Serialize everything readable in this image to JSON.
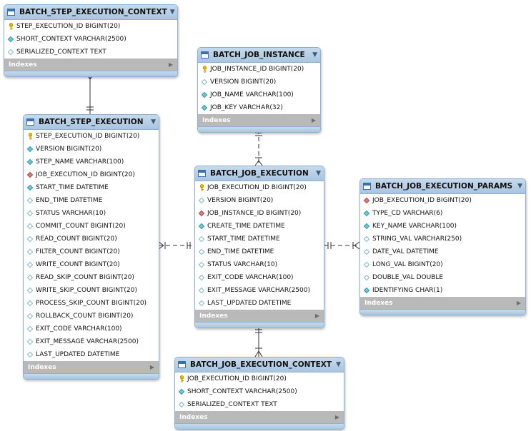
{
  "tables": [
    {
      "id": "bsec",
      "title": "BATCH_STEP_EXECUTION_CONTEXT",
      "indexes_label": "Indexes",
      "columns": [
        {
          "kind": "pk",
          "text": "STEP_EXECUTION_ID BIGINT(20)"
        },
        {
          "kind": "nn",
          "text": "SHORT_CONTEXT VARCHAR(2500)"
        },
        {
          "kind": "op",
          "text": "SERIALIZED_CONTEXT TEXT"
        }
      ]
    },
    {
      "id": "bji",
      "title": "BATCH_JOB_INSTANCE",
      "indexes_label": "Indexes",
      "columns": [
        {
          "kind": "pk",
          "text": "JOB_INSTANCE_ID BIGINT(20)"
        },
        {
          "kind": "op",
          "text": "VERSION BIGINT(20)"
        },
        {
          "kind": "nn",
          "text": "JOB_NAME VARCHAR(100)"
        },
        {
          "kind": "nn",
          "text": "JOB_KEY VARCHAR(32)"
        }
      ]
    },
    {
      "id": "bse",
      "title": "BATCH_STEP_EXECUTION",
      "indexes_label": "Indexes",
      "columns": [
        {
          "kind": "pk",
          "text": "STEP_EXECUTION_ID BIGINT(20)"
        },
        {
          "kind": "nn",
          "text": "VERSION BIGINT(20)"
        },
        {
          "kind": "nn",
          "text": "STEP_NAME VARCHAR(100)"
        },
        {
          "kind": "fk",
          "text": "JOB_EXECUTION_ID BIGINT(20)"
        },
        {
          "kind": "nn",
          "text": "START_TIME DATETIME"
        },
        {
          "kind": "op",
          "text": "END_TIME DATETIME"
        },
        {
          "kind": "op",
          "text": "STATUS VARCHAR(10)"
        },
        {
          "kind": "op",
          "text": "COMMIT_COUNT BIGINT(20)"
        },
        {
          "kind": "op",
          "text": "READ_COUNT BIGINT(20)"
        },
        {
          "kind": "op",
          "text": "FILTER_COUNT BIGINT(20)"
        },
        {
          "kind": "op",
          "text": "WRITE_COUNT BIGINT(20)"
        },
        {
          "kind": "op",
          "text": "READ_SKIP_COUNT BIGINT(20)"
        },
        {
          "kind": "op",
          "text": "WRITE_SKIP_COUNT BIGINT(20)"
        },
        {
          "kind": "op",
          "text": "PROCESS_SKIP_COUNT BIGINT(20)"
        },
        {
          "kind": "op",
          "text": "ROLLBACK_COUNT BIGINT(20)"
        },
        {
          "kind": "op",
          "text": "EXIT_CODE VARCHAR(100)"
        },
        {
          "kind": "op",
          "text": "EXIT_MESSAGE VARCHAR(2500)"
        },
        {
          "kind": "op",
          "text": "LAST_UPDATED DATETIME"
        }
      ]
    },
    {
      "id": "bje",
      "title": "BATCH_JOB_EXECUTION",
      "indexes_label": "Indexes",
      "columns": [
        {
          "kind": "pk",
          "text": "JOB_EXECUTION_ID BIGINT(20)"
        },
        {
          "kind": "op",
          "text": "VERSION BIGINT(20)"
        },
        {
          "kind": "fk",
          "text": "JOB_INSTANCE_ID BIGINT(20)"
        },
        {
          "kind": "nn",
          "text": "CREATE_TIME DATETIME"
        },
        {
          "kind": "op",
          "text": "START_TIME DATETIME"
        },
        {
          "kind": "op",
          "text": "END_TIME DATETIME"
        },
        {
          "kind": "op",
          "text": "STATUS VARCHAR(10)"
        },
        {
          "kind": "op",
          "text": "EXIT_CODE VARCHAR(100)"
        },
        {
          "kind": "op",
          "text": "EXIT_MESSAGE VARCHAR(2500)"
        },
        {
          "kind": "op",
          "text": "LAST_UPDATED DATETIME"
        }
      ]
    },
    {
      "id": "bjep",
      "title": "BATCH_JOB_EXECUTION_PARAMS",
      "indexes_label": "Indexes",
      "columns": [
        {
          "kind": "fk",
          "text": "JOB_EXECUTION_ID BIGINT(20)"
        },
        {
          "kind": "nn",
          "text": "TYPE_CD VARCHAR(6)"
        },
        {
          "kind": "nn",
          "text": "KEY_NAME VARCHAR(100)"
        },
        {
          "kind": "op",
          "text": "STRING_VAL VARCHAR(250)"
        },
        {
          "kind": "op",
          "text": "DATE_VAL DATETIME"
        },
        {
          "kind": "op",
          "text": "LONG_VAL BIGINT(20)"
        },
        {
          "kind": "op",
          "text": "DOUBLE_VAL DOUBLE"
        },
        {
          "kind": "nn",
          "text": "IDENTIFYING CHAR(1)"
        }
      ]
    },
    {
      "id": "bjec",
      "title": "BATCH_JOB_EXECUTION_CONTEXT",
      "indexes_label": "Indexes",
      "columns": [
        {
          "kind": "pk",
          "text": "JOB_EXECUTION_ID BIGINT(20)"
        },
        {
          "kind": "nn",
          "text": "SHORT_CONTEXT VARCHAR(2500)"
        },
        {
          "kind": "op",
          "text": "SERIALIZED_CONTEXT TEXT"
        }
      ]
    }
  ],
  "icons": {
    "primary_key": "key-icon",
    "foreign_key": "red-diamond-icon",
    "not_null": "filled-diamond-icon",
    "nullable": "hollow-diamond-icon",
    "table": "table-icon",
    "collapse": "triangle-down-icon",
    "indexes_expand": "triangle-right-icon"
  },
  "colors": {
    "header": "#a9c5e1",
    "border": "#8fb1d1",
    "indexes_bar": "#b9b9b9",
    "fk_diamond": "#d97b7b",
    "nn_diamond": "#6cc7d3",
    "key": "#d9a800",
    "link": "#333333"
  }
}
